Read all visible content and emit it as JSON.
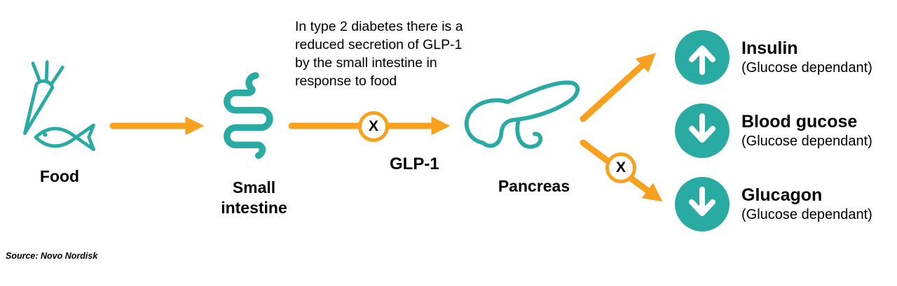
{
  "colors": {
    "teal": "#29aaa3",
    "orange": "#f7a11f",
    "text": "#000000"
  },
  "flow": {
    "food_label": "Food",
    "intestine_label": "Small\nintestine",
    "pancreas_label": "Pancreas",
    "hormone_label": "GLP-1",
    "blocked_marker": "X"
  },
  "annotation": "In type 2 diabetes there is a\nreduced secretion of GLP-1\nby the small intestine in\nresponse to food",
  "outcomes": [
    {
      "direction": "up",
      "title": "Insulin",
      "subtitle": "(Glucose dependant)"
    },
    {
      "direction": "down",
      "title": "Blood gucose",
      "subtitle": "(Glucose dependant)"
    },
    {
      "direction": "down",
      "title": "Glucagon",
      "subtitle": "(Glucose dependant)"
    }
  ],
  "icons": {
    "food": "carrot-and-fish",
    "small_intestine": "intestine",
    "pancreas": "pancreas",
    "flow": "arrow-right",
    "blocked": "x-circle",
    "increase": "arrow-up",
    "decrease": "arrow-down"
  },
  "source": "Source: Novo Nordisk"
}
